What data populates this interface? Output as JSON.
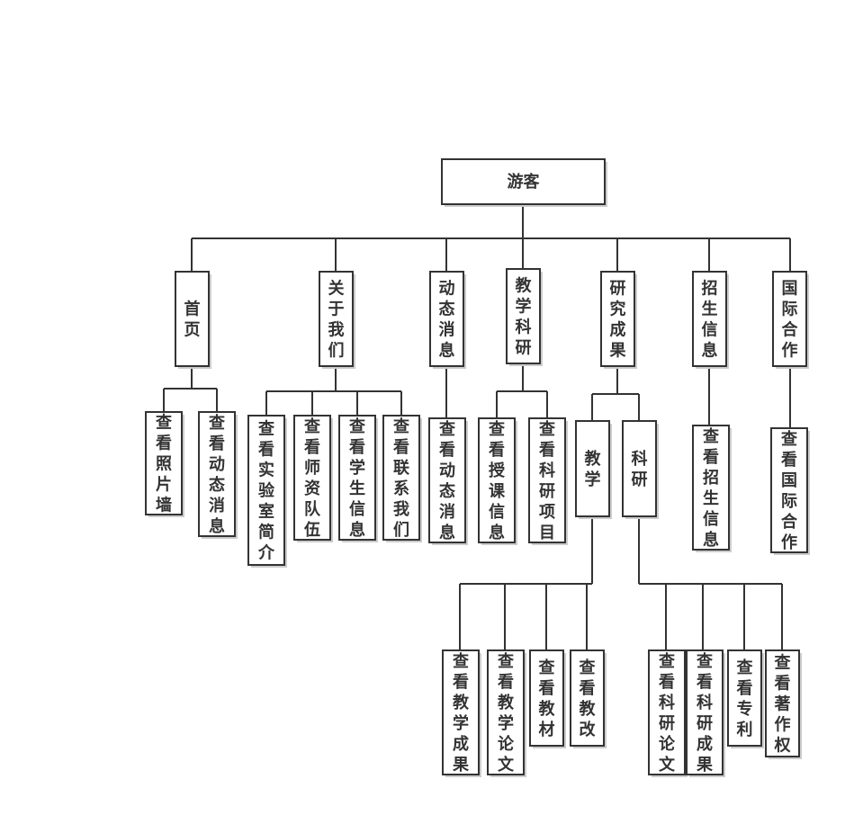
{
  "colors": {
    "line": "#333333",
    "box_border": "#333333",
    "box_fill": "#ffffff",
    "text": "#333333"
  },
  "nodes": {
    "root": "游客",
    "home": "首页",
    "about": "关于我们",
    "news": "动态消息",
    "teaching_research": "教学科研",
    "results": "研究成果",
    "admission": "招生信息",
    "intl": "国际合作",
    "home_photos": "查看照片墙",
    "home_news": "查看动态消息",
    "about_lab": "查看实验室简介",
    "about_faculty": "查看师资队伍",
    "about_students": "查看学生信息",
    "about_contact": "查看联系我们",
    "news_view": "查看动态消息",
    "tr_courses": "查看授课信息",
    "tr_projects": "查看科研项目",
    "results_teaching": "教学",
    "results_research": "科研",
    "admission_view": "查看招生信息",
    "intl_view": "查看国际合作",
    "t_results": "查看教学成果",
    "t_papers": "查看教学论文",
    "t_textbooks": "查看教材",
    "t_reform": "查看教改",
    "r_papers": "查看科研论文",
    "r_results": "查看科研成果",
    "r_patents": "查看专利",
    "r_copyright": "查看著作权"
  }
}
